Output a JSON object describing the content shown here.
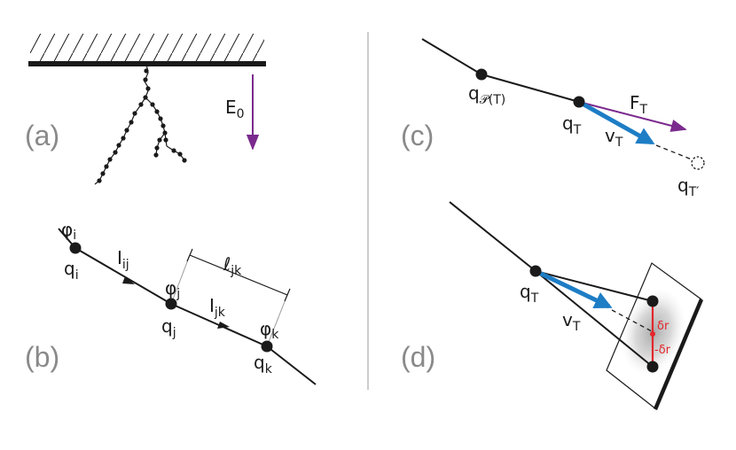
{
  "panels": {
    "a": {
      "label": "(a)",
      "field": {
        "main": "E",
        "sub": "0"
      }
    },
    "b": {
      "label": "(b)",
      "q_i": {
        "main": "q",
        "sub": "i"
      },
      "q_j": {
        "main": "q",
        "sub": "j"
      },
      "q_k": {
        "main": "q",
        "sub": "k"
      },
      "phi_i": {
        "main": "φ",
        "sub": "i"
      },
      "phi_j": {
        "main": "φ",
        "sub": "j"
      },
      "phi_k": {
        "main": "φ",
        "sub": "k"
      },
      "I_ij": {
        "main": "I",
        "sub": "ij"
      },
      "I_jk": {
        "main": "I",
        "sub": "jk"
      },
      "l_jk": {
        "main": "ℓ",
        "sub": "jk"
      }
    },
    "c": {
      "label": "(c)",
      "q_parent": {
        "main": "q",
        "sub": "𝒫(T)"
      },
      "q_T": {
        "main": "q",
        "sub": "T"
      },
      "q_Tprime": {
        "main": "q",
        "sub": "T′"
      },
      "F_T": {
        "main": "F",
        "sub": "T"
      },
      "v_T": {
        "main": "v",
        "sub": "T"
      }
    },
    "d": {
      "label": "(d)",
      "q_T": {
        "main": "q",
        "sub": "T"
      },
      "v_T": {
        "main": "v",
        "sub": "T"
      },
      "delta_pos": "δr",
      "delta_neg": "-δr"
    }
  },
  "colors": {
    "purple": "#7b2a8e",
    "red": "#c8102e",
    "blue": "#1d7dc5",
    "green": "#2e7a3a",
    "gray_label": "#8a8a8a",
    "ink": "#1a1a1a"
  }
}
